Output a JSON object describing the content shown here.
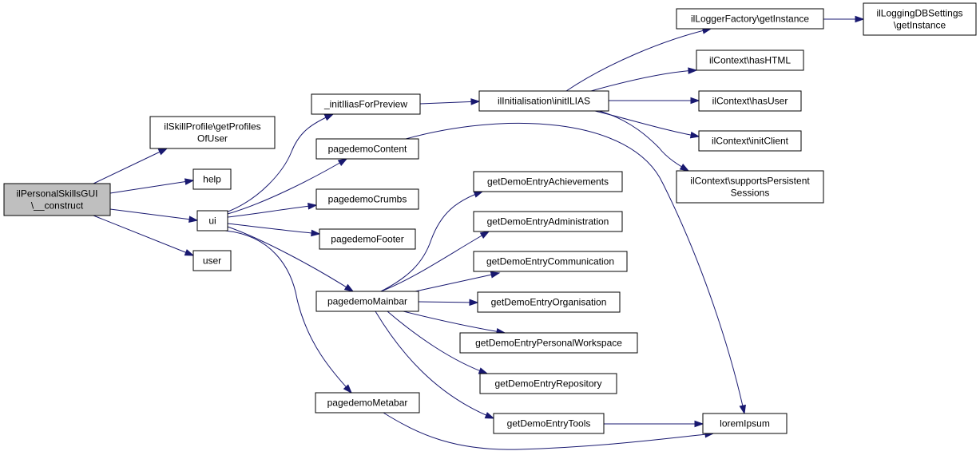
{
  "diagram": {
    "colors": {
      "edge": "#191970",
      "root_fill": "#bfbfbf",
      "node_fill": "#ffffff",
      "border": "#000000"
    },
    "nodes": {
      "root": {
        "lines": [
          "ilPersonalSkillsGUI",
          "\\__construct"
        ]
      },
      "get_profiles": {
        "lines": [
          "ilSkillProfile\\getProfiles",
          "OfUser"
        ]
      },
      "help": {
        "lines": [
          "help"
        ]
      },
      "ui": {
        "lines": [
          "ui"
        ]
      },
      "user": {
        "lines": [
          "user"
        ]
      },
      "init_ilias_preview": {
        "lines": [
          "_initIliasForPreview"
        ]
      },
      "pagedemo_content": {
        "lines": [
          "pagedemoContent"
        ]
      },
      "pagedemo_crumbs": {
        "lines": [
          "pagedemoCrumbs"
        ]
      },
      "pagedemo_footer": {
        "lines": [
          "pagedemoFooter"
        ]
      },
      "pagedemo_mainbar": {
        "lines": [
          "pagedemoMainbar"
        ]
      },
      "pagedemo_metabar": {
        "lines": [
          "pagedemoMetabar"
        ]
      },
      "init_ilias": {
        "lines": [
          "ilInitialisation\\initILIAS"
        ]
      },
      "logger_factory": {
        "lines": [
          "ilLoggerFactory\\getInstance"
        ]
      },
      "logging_db": {
        "lines": [
          "ilLoggingDBSettings",
          "\\getInstance"
        ]
      },
      "has_html": {
        "lines": [
          "ilContext\\hasHTML"
        ]
      },
      "has_user": {
        "lines": [
          "ilContext\\hasUser"
        ]
      },
      "init_client": {
        "lines": [
          "ilContext\\initClient"
        ]
      },
      "supports_sessions": {
        "lines": [
          "ilContext\\supportsPersistent",
          "Sessions"
        ]
      },
      "entry_achievements": {
        "lines": [
          "getDemoEntryAchievements"
        ]
      },
      "entry_administration": {
        "lines": [
          "getDemoEntryAdministration"
        ]
      },
      "entry_communication": {
        "lines": [
          "getDemoEntryCommunication"
        ]
      },
      "entry_organisation": {
        "lines": [
          "getDemoEntryOrganisation"
        ]
      },
      "entry_workspace": {
        "lines": [
          "getDemoEntryPersonalWorkspace"
        ]
      },
      "entry_repository": {
        "lines": [
          "getDemoEntryRepository"
        ]
      },
      "entry_tools": {
        "lines": [
          "getDemoEntryTools"
        ]
      },
      "lorem_ipsum": {
        "lines": [
          "loremIpsum"
        ]
      }
    },
    "edges": [
      [
        "root",
        "get_profiles"
      ],
      [
        "root",
        "help"
      ],
      [
        "root",
        "ui"
      ],
      [
        "root",
        "user"
      ],
      [
        "ui",
        "init_ilias_preview"
      ],
      [
        "ui",
        "pagedemo_content"
      ],
      [
        "ui",
        "pagedemo_crumbs"
      ],
      [
        "ui",
        "pagedemo_footer"
      ],
      [
        "ui",
        "pagedemo_mainbar"
      ],
      [
        "ui",
        "pagedemo_metabar"
      ],
      [
        "init_ilias_preview",
        "init_ilias"
      ],
      [
        "init_ilias",
        "logger_factory"
      ],
      [
        "logger_factory",
        "logging_db"
      ],
      [
        "init_ilias",
        "has_html"
      ],
      [
        "init_ilias",
        "has_user"
      ],
      [
        "init_ilias",
        "init_client"
      ],
      [
        "init_ilias",
        "supports_sessions"
      ],
      [
        "pagedemo_content",
        "lorem_ipsum"
      ],
      [
        "pagedemo_mainbar",
        "entry_achievements"
      ],
      [
        "pagedemo_mainbar",
        "entry_administration"
      ],
      [
        "pagedemo_mainbar",
        "entry_communication"
      ],
      [
        "pagedemo_mainbar",
        "entry_organisation"
      ],
      [
        "pagedemo_mainbar",
        "entry_workspace"
      ],
      [
        "pagedemo_mainbar",
        "entry_repository"
      ],
      [
        "pagedemo_mainbar",
        "entry_tools"
      ],
      [
        "entry_tools",
        "lorem_ipsum"
      ],
      [
        "pagedemo_metabar",
        "lorem_ipsum"
      ]
    ]
  }
}
